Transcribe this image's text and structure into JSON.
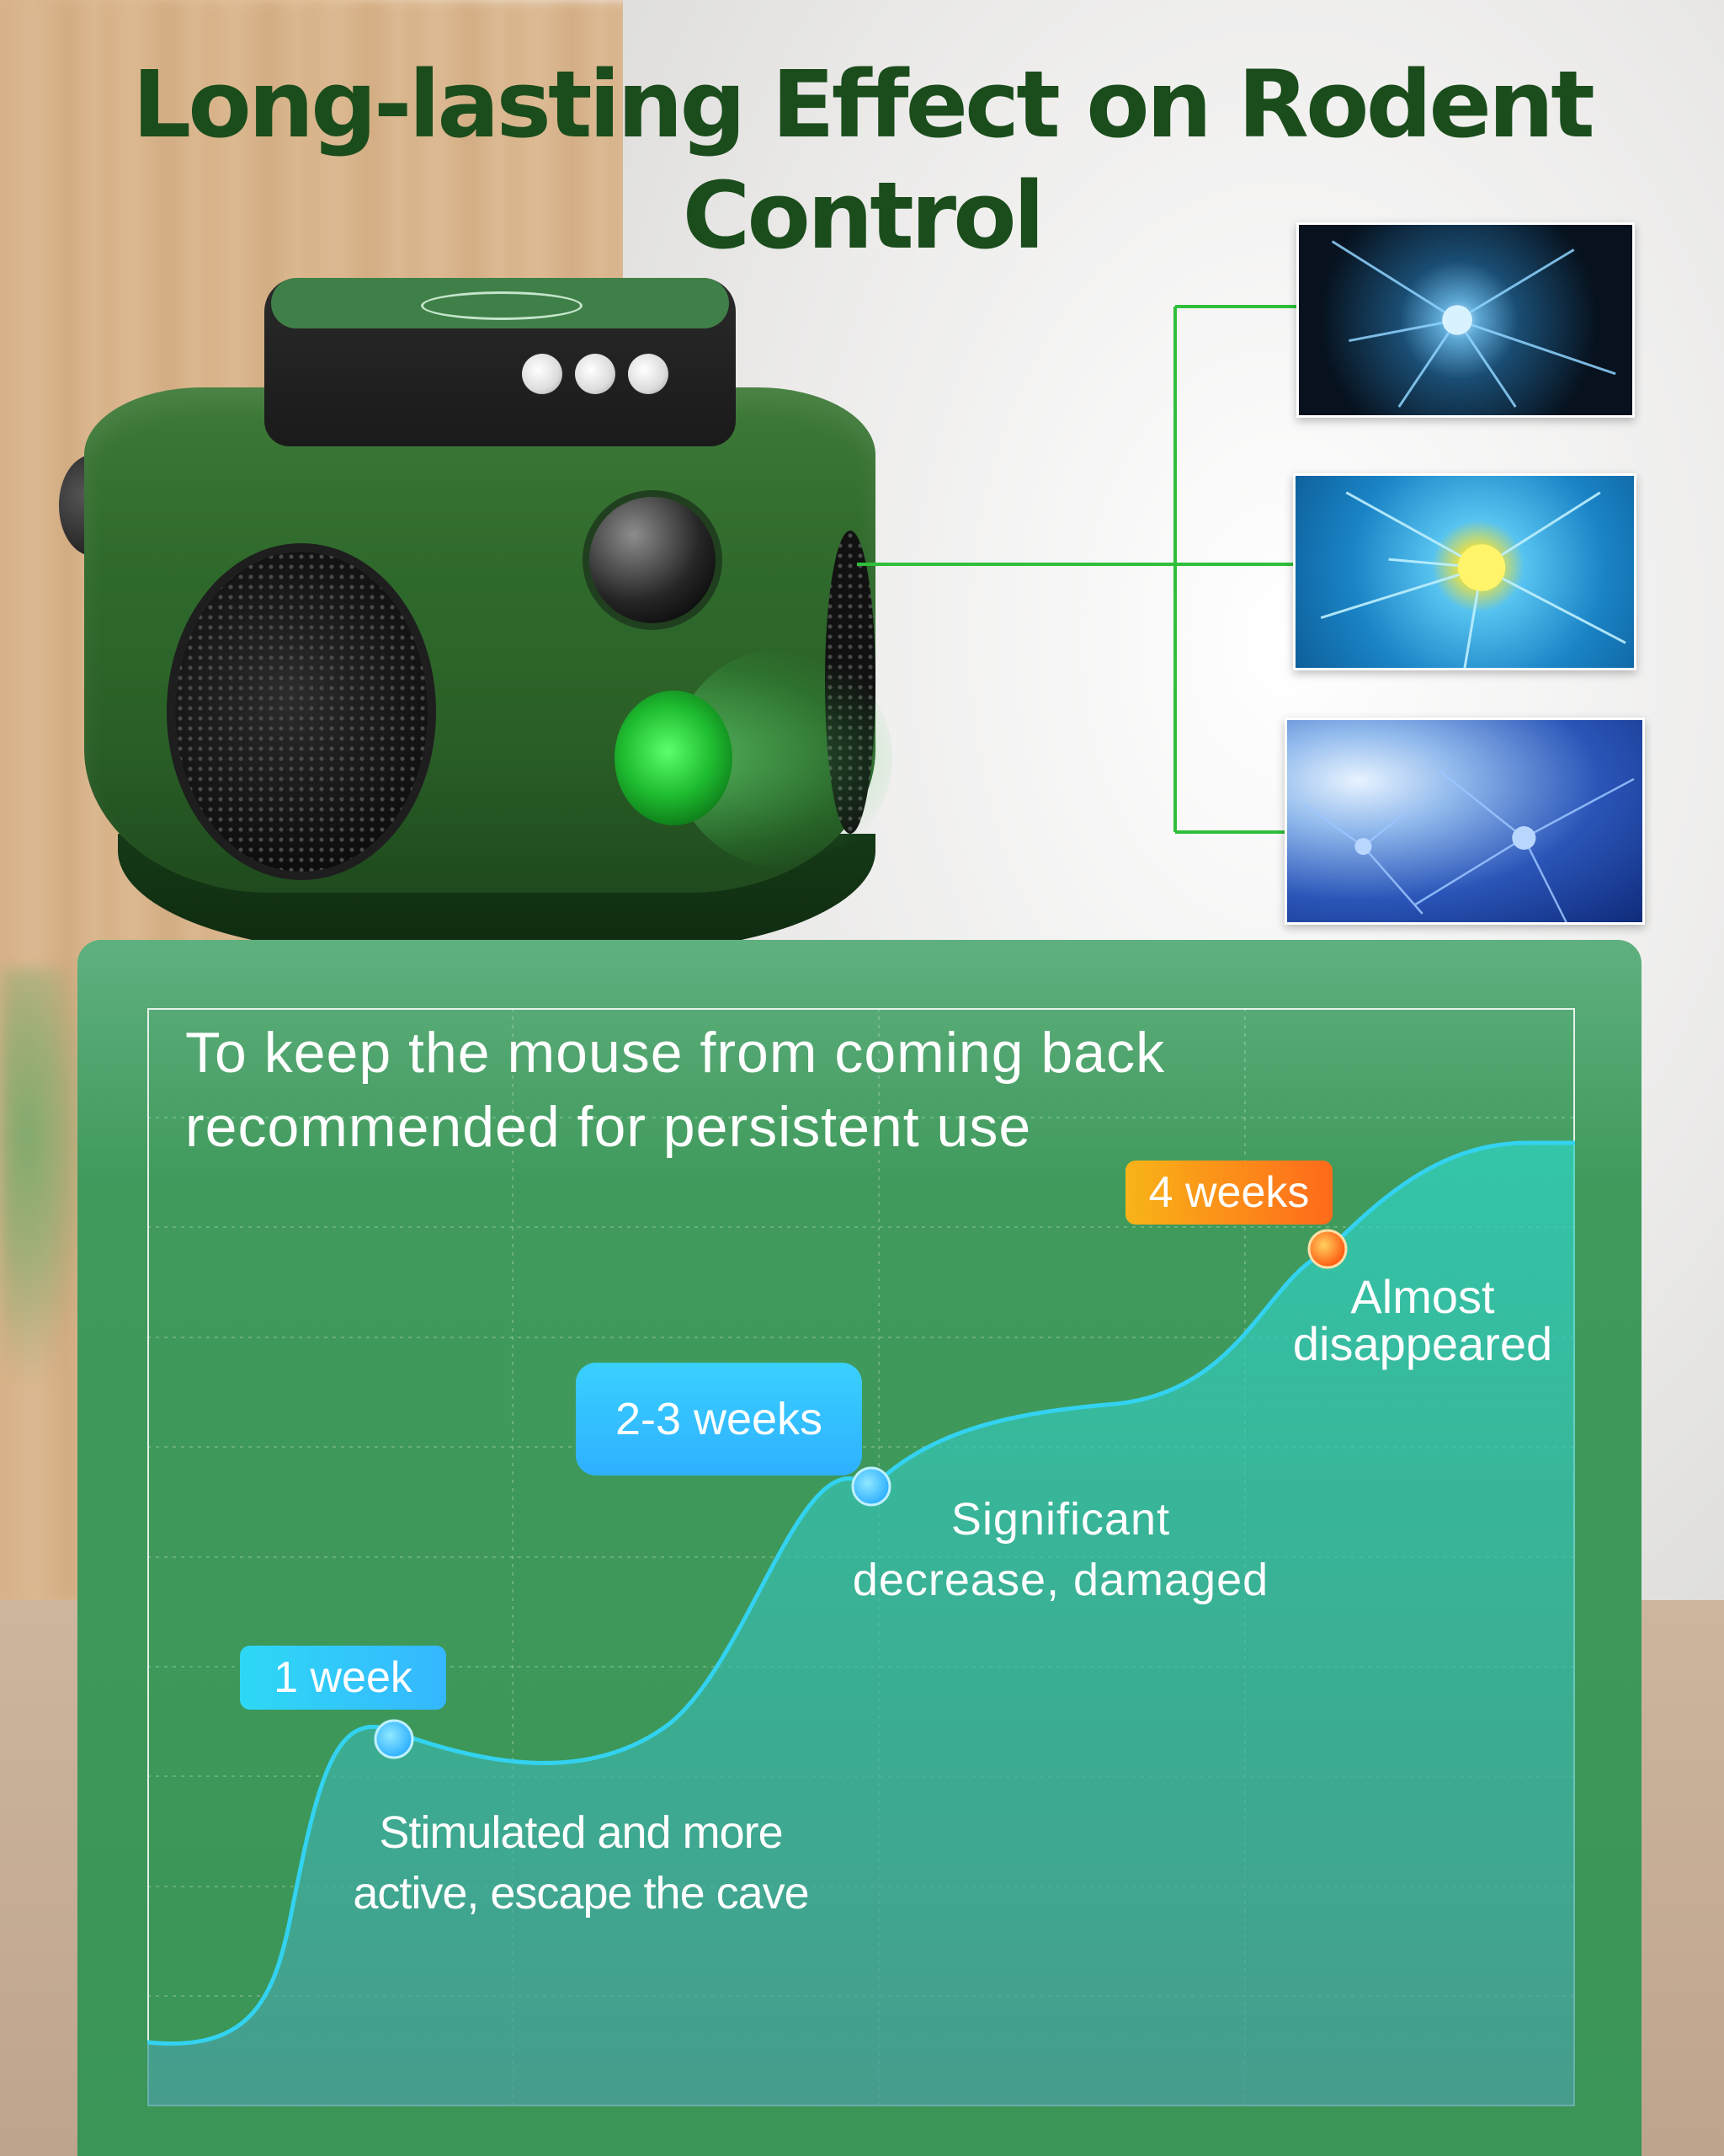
{
  "title": "Long-lasting Effect on Rodent Control",
  "panel": {
    "heading_lines": [
      "To keep the mouse from coming back",
      "recommended for persistent use"
    ]
  },
  "stages": [
    {
      "badge": "1 week",
      "description_lines": [
        "Stimulated and more",
        "active, escape the cave"
      ],
      "color": "#2fc8f6"
    },
    {
      "badge": "2-3 weeks",
      "description_lines": [
        "Significant",
        "decrease, damaged"
      ],
      "color": "#35b7ff"
    },
    {
      "badge": "4 weeks",
      "description_lines": [
        "Almost",
        "disappeared"
      ],
      "color": "#ff7a1a"
    }
  ],
  "colors": {
    "title": "#1b4d1c",
    "panel": "#409a5c",
    "curve": "#33d2f0",
    "connector": "#2fbf3a"
  },
  "images": [
    "neuron-image-dark",
    "neuron-image-bright",
    "neuron-image-network"
  ]
}
